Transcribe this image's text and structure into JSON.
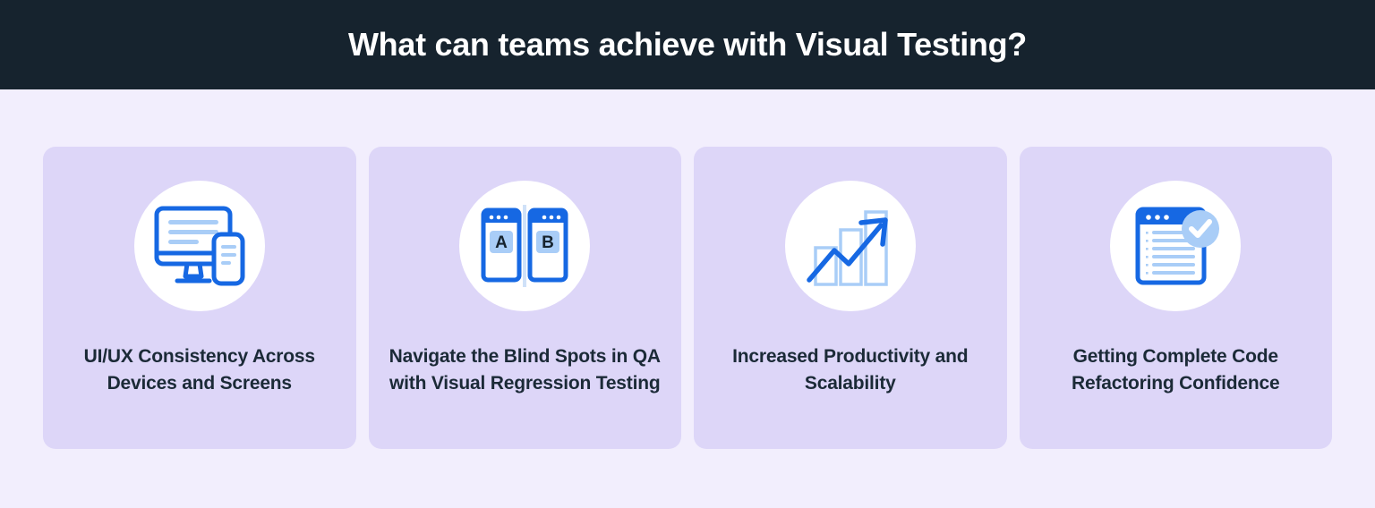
{
  "header": {
    "title": "What can teams achieve with Visual Testing?",
    "background_color": "#16232e",
    "text_color": "#ffffff"
  },
  "theme": {
    "page_background": "#f2eefd",
    "card_background": "#ddd6f8",
    "icon_circle_background": "#ffffff",
    "accent_blue": "#1668e3",
    "light_blue": "#a9cdf7",
    "card_text_color": "#1b2a37"
  },
  "cards": [
    {
      "label": "UI/UX Consistency Across Devices and Screens",
      "icon": "desktop-and-mobile-icon"
    },
    {
      "label": "Navigate the Blind Spots in QA with Visual Regression Testing",
      "icon": "ab-comparison-windows-icon",
      "icon_text": {
        "left": "A",
        "right": "B"
      }
    },
    {
      "label": "Increased Productivity and Scalability",
      "icon": "growth-chart-arrow-icon"
    },
    {
      "label": "Getting Complete Code Refactoring Confidence",
      "icon": "code-document-check-icon"
    }
  ]
}
